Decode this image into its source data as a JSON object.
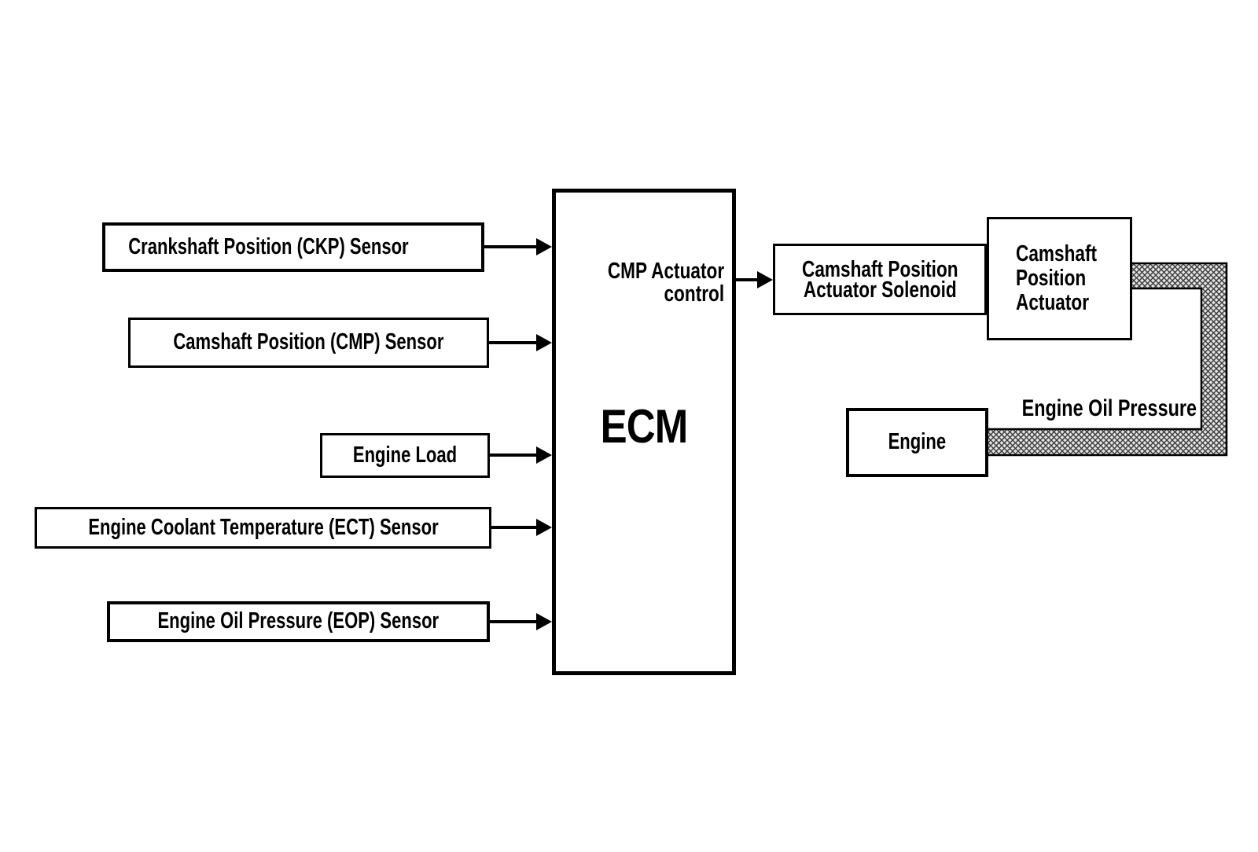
{
  "diagram": {
    "sensors": [
      {
        "label": "Crankshaft Position (CKP) Sensor"
      },
      {
        "label": "Camshaft Position (CMP) Sensor"
      },
      {
        "label": "Engine Load"
      },
      {
        "label": "Engine Coolant Temperature (ECT) Sensor"
      },
      {
        "label": "Engine Oil Pressure (EOP) Sensor"
      }
    ],
    "ecm": {
      "title": "ECM",
      "control": [
        "CMP Actuator",
        "control"
      ]
    },
    "solenoid": {
      "lines": [
        "Camshaft Position",
        "Actuator Solenoid"
      ]
    },
    "actuator": {
      "lines": [
        "Camshaft",
        "Position",
        "Actuator"
      ]
    },
    "engine": {
      "label": "Engine"
    },
    "oil_pressure_label": "Engine Oil Pressure",
    "colors": {
      "line": "#000000",
      "background": "#ffffff",
      "pipe_fill": "#e3e3e3",
      "pipe_hatch": "#3a3a3a"
    }
  }
}
